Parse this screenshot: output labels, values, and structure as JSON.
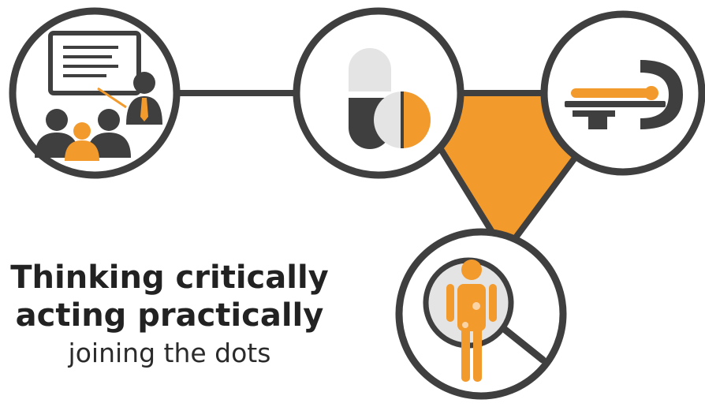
{
  "caption": {
    "line1": "Thinking critically",
    "line2": "acting practically",
    "line3": "joining the dots"
  },
  "colors": {
    "dark": "#3f3f3f",
    "orange": "#f39a2c",
    "light_gray": "#e4e4e4",
    "white": "#ffffff"
  },
  "nodes": [
    {
      "icon": "presentation-audience-icon"
    },
    {
      "icon": "medication-pills-icon"
    },
    {
      "icon": "medical-scanner-icon"
    },
    {
      "icon": "magnified-patient-icon"
    }
  ]
}
